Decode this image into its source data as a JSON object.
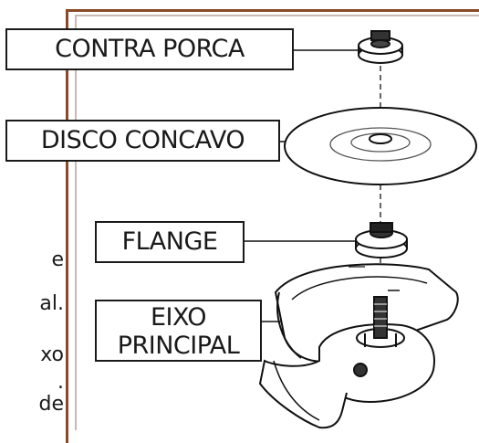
{
  "labels": {
    "contra_porca": "CONTRA PORCA",
    "disco_concavo": "DISCO CONCAVO",
    "flange": "FLANGE",
    "eixo_principal_line1": "EIXO",
    "eixo_principal_line2": "PRINCIPAL"
  },
  "side_text": [
    "e",
    "al.",
    "xo",
    ".",
    "de"
  ]
}
